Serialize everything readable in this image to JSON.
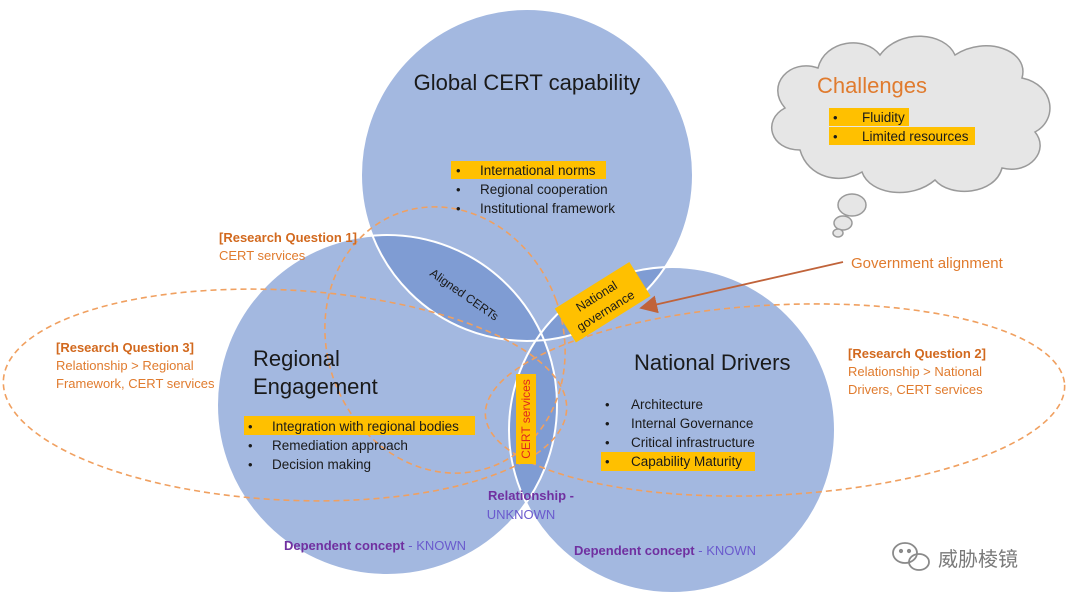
{
  "global": {
    "title": "Global CERT capability",
    "items": [
      "International norms",
      "Regional cooperation",
      "Institutional framework"
    ]
  },
  "regional": {
    "title_line1": "Regional",
    "title_line2": "Engagement",
    "items": [
      "Integration with regional bodies",
      "Remediation approach",
      "Decision making"
    ],
    "dependent_label": "Dependent concept",
    "dependent_sep": " - ",
    "dependent_value": "KNOWN"
  },
  "national": {
    "title": "National Drivers",
    "items": [
      "Architecture",
      "Internal Governance",
      "Critical infrastructure",
      "Capability Maturity"
    ],
    "dependent_label": "Dependent concept",
    "dependent_sep": " - ",
    "dependent_value": "KNOWN"
  },
  "overlaps": {
    "aligned_certs": "Aligned CERTs",
    "national_governance_line1": "National",
    "national_governance_line2": "governance",
    "cert_services": "CERT services",
    "relationship_line1": "Relationship -",
    "relationship_line2": "UNKNOWN"
  },
  "research_questions": {
    "rq1_title": "[Research Question 1]",
    "rq1_line1": "CERT services",
    "rq2_title": "[Research Question 2]",
    "rq2_line1": "Relationship > National",
    "rq2_line2": "Drivers, CERT services",
    "rq3_title": "[Research Question 3]",
    "rq3_line1": "Relationship > Regional",
    "rq3_line2": "Framework, CERT services"
  },
  "challenges": {
    "title": "Challenges",
    "items": [
      "Fluidity",
      "Limited resources"
    ]
  },
  "government_alignment": "Government alignment",
  "watermark": "威胁棱镜",
  "bullet": "•",
  "colors": {
    "circle": "#a3b8e0",
    "overlap": "#7f9cd3",
    "highlight": "#ffc000",
    "orange": "#e07b2e",
    "purple": "#7030a0"
  }
}
